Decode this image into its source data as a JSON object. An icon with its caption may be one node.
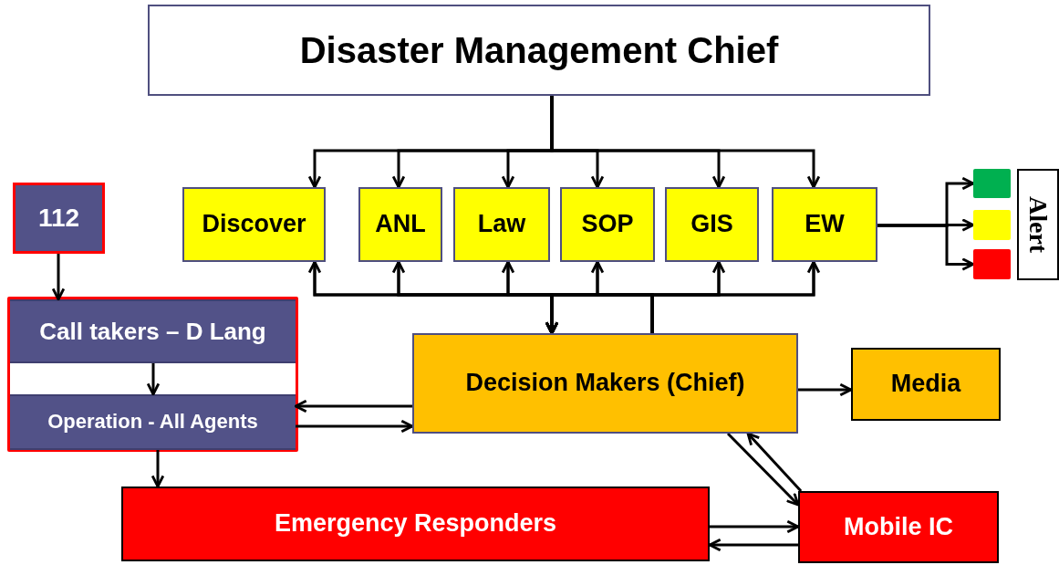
{
  "diagram": {
    "nodes": [
      {
        "text": [
          "Disaster Management Chief"
        ]
      },
      {
        "text": [
          "Discover"
        ]
      },
      {
        "text": [
          "ANL"
        ]
      },
      {
        "text": [
          "Law"
        ]
      },
      {
        "text": [
          "SOP"
        ]
      },
      {
        "text": [
          "GIS"
        ]
      },
      {
        "text": [
          "EW"
        ]
      },
      {
        "text": [],
        "shape": "box"
      },
      {
        "text": [],
        "shape": "box"
      },
      {
        "text": [],
        "shape": "box"
      },
      {
        "text": [
          "Alert"
        ]
      },
      {
        "text": [
          "112"
        ]
      },
      {
        "text": [],
        "shape": "box"
      },
      {
        "text": [
          "Call takers – D Lang"
        ],
        "in": 12
      },
      {
        "text": [
          "Operation - All Agents"
        ],
        "in": 12
      },
      {
        "text": [
          "Decision Makers (Chief)"
        ]
      },
      {
        "text": [
          "Media"
        ]
      },
      {
        "text": [
          "Emergency Responders"
        ]
      },
      {
        "text": [
          "Mobile IC"
        ]
      }
    ],
    "edges": [
      {
        "from": 0,
        "to": 1,
        "arrow": "to"
      },
      {
        "from": 0,
        "to": 2,
        "arrow": "to"
      },
      {
        "from": 0,
        "to": 3,
        "arrow": "to"
      },
      {
        "from": 0,
        "to": 4,
        "arrow": "to"
      },
      {
        "from": 0,
        "to": 5,
        "arrow": "to"
      },
      {
        "from": 0,
        "to": 6,
        "arrow": "to"
      },
      {
        "from": 1,
        "to": 15,
        "arrow": "to"
      },
      {
        "from": 2,
        "to": 15,
        "arrow": "to"
      },
      {
        "from": 3,
        "to": 15,
        "arrow": "to"
      },
      {
        "from": 4,
        "to": 15,
        "arrow": "to"
      },
      {
        "from": 5,
        "to": 15,
        "arrow": "to"
      },
      {
        "from": 6,
        "to": 15,
        "arrow": "to"
      },
      {
        "from": 15,
        "to": 1,
        "arrow": "to"
      },
      {
        "from": 15,
        "to": 2,
        "arrow": "to"
      },
      {
        "from": 15,
        "to": 3,
        "arrow": "to"
      },
      {
        "from": 15,
        "to": 4,
        "arrow": "to"
      },
      {
        "from": 15,
        "to": 5,
        "arrow": "to"
      },
      {
        "from": 15,
        "to": 6,
        "arrow": "to"
      },
      {
        "from": 6,
        "to": 7,
        "arrow": "to"
      },
      {
        "from": 6,
        "to": 8,
        "arrow": "to"
      },
      {
        "from": 6,
        "to": 9,
        "arrow": "to"
      },
      {
        "from": 11,
        "to": 13,
        "arrow": "to"
      },
      {
        "from": 13,
        "to": 14,
        "arrow": "to"
      },
      {
        "from": 15,
        "to": 14,
        "arrow": "to"
      },
      {
        "from": 14,
        "to": 15,
        "arrow": "to"
      },
      {
        "from": 14,
        "to": 17,
        "arrow": "to"
      },
      {
        "from": 15,
        "to": 16,
        "arrow": "to"
      },
      {
        "from": 15,
        "to": 18,
        "arrow": "to"
      },
      {
        "from": 18,
        "to": 15,
        "arrow": "to"
      },
      {
        "from": 17,
        "to": 18,
        "arrow": "to"
      },
      {
        "from": 18,
        "to": 17,
        "arrow": "to"
      }
    ]
  }
}
